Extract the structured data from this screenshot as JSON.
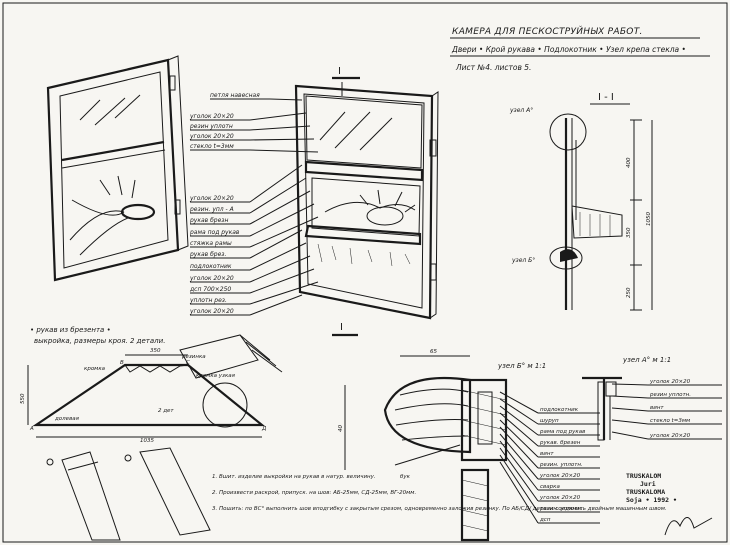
{
  "title": {
    "line1": "КАМЕРА ДЛЯ ПЕСКОСТРУЙНЫХ РАБОТ.",
    "line2": "Двери • Крой рукава • Подлокотник • Узел крепа стекла •",
    "line3": "Лист №4. листов 5."
  },
  "door_callouts": [
    "петля навесная",
    "уголок 20×20",
    "резин уплотн",
    "уголок 20×20",
    "стекло t=3мм",
    "уголок 20×20",
    "резин. упл - А",
    "рукав брезн",
    "рама под рукав",
    "стяжка рамы",
    "рукав брез.",
    "подлокотник",
    "уголок 20×20",
    "дсп 700×250",
    "уплотн рез.",
    "уголок 20×20"
  ],
  "section": {
    "marker_top": "I",
    "marker_bottom": "I",
    "title": "I - I",
    "node_a": "узел А°",
    "node_b": "узел Б°",
    "dims": [
      "400",
      "350",
      "1050",
      "250"
    ]
  },
  "sleeve": {
    "heading1": "• рукав из брезента •",
    "heading2": "выкройка, размеры кроя. 2 детали.",
    "dim_top": "350",
    "labels": [
      "кромка",
      "B",
      "C",
      "резинка",
      "кромка узкая",
      "A",
      "Д",
      "2 дет",
      "долевая",
      "1035"
    ],
    "dim_height": "550",
    "notes": [
      "1. Вшит. изделие выкройки на рукав в натур. величину.",
      "2. Произвести раскрой, припуск. на шов: АБ-25мм, СД-25мм, ВГ-20мм.",
      "3. Пошить: по ВС° выполнить шов вподгибку с закрытым срезом, одновременно заложив резинку. По АБ/СД/ детали соединить двойным машинным швом."
    ]
  },
  "node_b_detail": {
    "title": "узел Б° м 1:1",
    "dim": "65",
    "dim_side": "40",
    "labels": [
      "подлокотник",
      "шуруп",
      "рама под рукав",
      "рукав. брезен",
      "винт",
      "резин. уплотн.",
      "уголок 20×20",
      "сварка",
      "уголок 20×20",
      "резин. уплотн.",
      "дсп",
      "бук"
    ]
  },
  "node_a_detail": {
    "title": "узел А° м 1:1",
    "labels": [
      "уголок 20×20",
      "резин уплотн.",
      "винт",
      "стекло t=3мм",
      "уголок 20×20"
    ]
  },
  "signature": {
    "line1": "TRUSKALOM",
    "line2": "Juri",
    "line3": "TRUSKALOMA",
    "line4": "Soja • 1992 •"
  }
}
